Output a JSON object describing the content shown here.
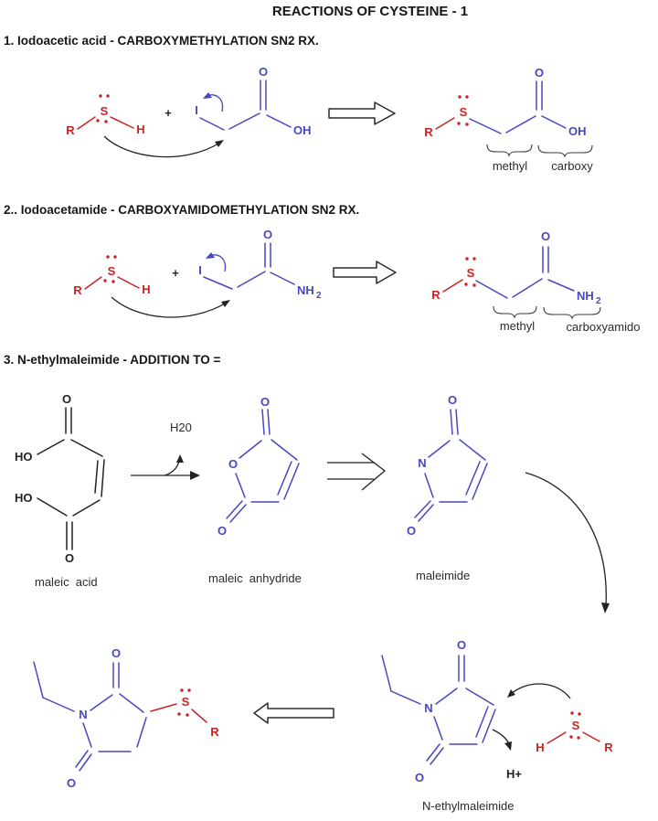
{
  "title": "REACTIONS OF CYSTEINE - 1",
  "colors": {
    "red": "#cc2222",
    "blue": "#4747c2",
    "ink": "#1c1c1c"
  },
  "headings": {
    "r1": "1.  Iodoacetic acid - CARBOXYMETHYLATION SN2 RX.",
    "r2": "2..  Iodoacetamide - CARBOXYAMIDOMETHYLATION SN2 RX.",
    "r3": "3.  N-ethylmaleimide - ADDITION TO ="
  },
  "atoms": {
    "R": "R",
    "S": "S",
    "H": "H",
    "I": "I",
    "O": "O",
    "OH": "OH",
    "HO": "HO",
    "N": "N",
    "NH": "NH",
    "sub2": "2",
    "plus": "+",
    "h_plus": "H+"
  },
  "labels": {
    "methyl": "methyl",
    "carboxy": "carboxy",
    "carboxyamido": "carboxyamido",
    "maleic_acid": "maleic  acid",
    "maleic_anhydride": "maleic  anhydride",
    "maleimide": "maleimide",
    "n_ethylmaleimide": "N-ethylmaleimide",
    "h2o": "H20"
  }
}
